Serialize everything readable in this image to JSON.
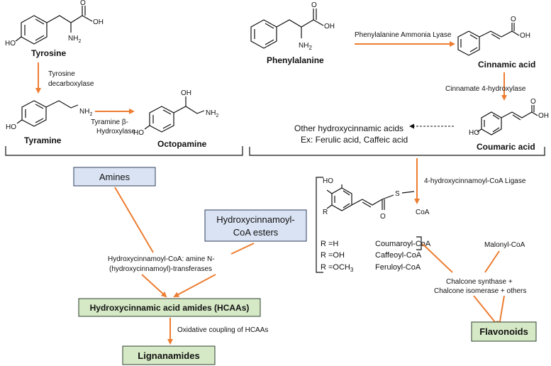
{
  "colors": {
    "arrow": "#ed7d31",
    "amine_box": "#dae3f3",
    "product_box": "#d6e9c6"
  },
  "compounds": {
    "tyrosine": "Tyrosine",
    "phenylalanine": "Phenylalanine",
    "cinnamic_acid": "Cinnamic acid",
    "tyramine": "Tyramine",
    "octopamine": "Octopamine",
    "coumaric_acid": "Coumaric acid"
  },
  "enzymes": {
    "tyrosine_decarboxylase_1": "Tyrosine",
    "tyrosine_decarboxylase_2": "decarboxylase",
    "pal": "Phenylalanine Ammonia Lyase",
    "c4h": "Cinnamate 4-hydroxylase",
    "tbh_1": "Tyramine β-",
    "tbh_2": "Hydroxylase",
    "4cl": "4-hydroxycinnamoyl-CoA Ligase",
    "thca_1": "Hydroxycinnamoyl-CoA: amine N-",
    "thca_2": "(hydroxycinnamoyl)-transferases",
    "chs_1": "Chalcone synthase +",
    "chs_2": "Chalcone isomerase + others",
    "oxidative": "Oxidative coupling of HCAAs"
  },
  "other_hca": {
    "line1": "Other hydroxycinnamic acids",
    "line2": "Ex: Ferulic acid, Caffeic acid"
  },
  "boxes": {
    "amines": "Amines",
    "hca_coa_1": "Hydroxycinnamoyl-",
    "hca_coa_2": "CoA esters",
    "hcaas": "Hydroxycinnamic acid amides (HCAAs)",
    "flavonoids": "Flavonoids",
    "lignanamides": "Lignanamides"
  },
  "esters": {
    "r_h": "R =H",
    "r_oh": "R =OH",
    "r_och3": "R =OCH",
    "r_och3_sub": "3",
    "coumaroyl": "Coumaroyl-CoA",
    "caffeoyl": "Caffeoyl-CoA",
    "feruloyl": "Feruloyl-CoA"
  },
  "malonyl": "Malonyl-CoA",
  "atoms": {
    "oh": "OH",
    "ho": "HO",
    "nh": "NH",
    "nh_sub": "2",
    "o": "O",
    "r": "R",
    "s": "S",
    "coa": "CoA"
  }
}
